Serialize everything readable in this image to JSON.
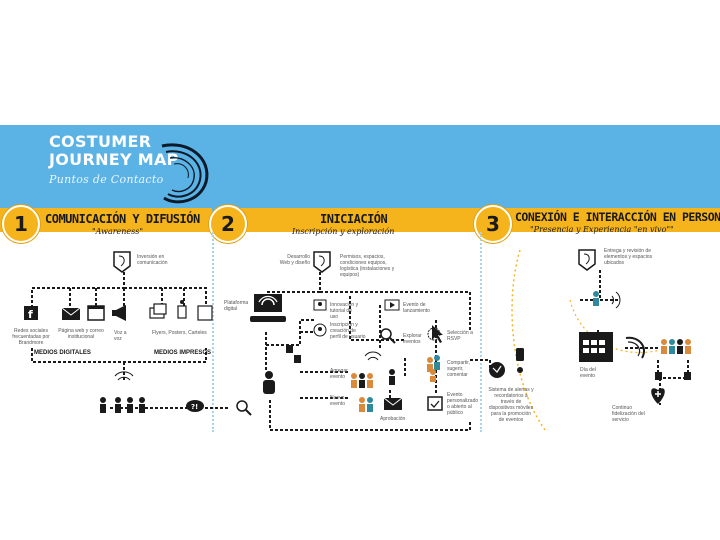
{
  "header": {
    "title_line1": "COSTUMER",
    "title_line2": "JOURNEY MAP",
    "subtitle": "Puntos de Contacto"
  },
  "stages": [
    {
      "number": "1",
      "title": "COMUNICACIÓN Y DIFUSIÓN",
      "subtitle": "\"Awareness\""
    },
    {
      "number": "2",
      "title": "INICIACIÓN",
      "subtitle": "Inscripción y exploración"
    },
    {
      "number": "3",
      "title": "CONEXIÓN E INTERACCIÓN EN PERSONA",
      "subtitle": "\"Presencia y Experiencia \"en vivo\"\""
    }
  ],
  "stage1": {
    "labels": {
      "brand_comm": "Inversión en comunicación",
      "social": "Redes sociales frecuentadas por Brandmore",
      "web": "Página web y correo institucional",
      "voice": "Voz a voz",
      "print": "Flyers, Posters, Carteles"
    },
    "medios_digitales": "MEDIOS DIGITALES",
    "medios_impresos": "MEDIOS IMPRESOS"
  },
  "stage2": {
    "labels": {
      "dev_web": "Desarrollo Web y diseño",
      "permits": "Permisos, espacios, condiciones equipos, logística (instalaciones y equipos)",
      "platform": "Plataforma digital",
      "tutorial": "Innovación y tutorial de uso",
      "registration": "Inscripción y creación de perfil de usuario",
      "launch": "Evento de lanzamiento",
      "events_search": "Explorar eventos",
      "select": "Selección a RSVP",
      "share": "Compartir, sugerir, comentar",
      "add_event": "Agregar evento",
      "new_event": "Nuevo evento",
      "personalized": "Evento personalizado o abierto al público",
      "approval": "Aprobación"
    }
  },
  "stage3": {
    "labels": {
      "equipment": "Entrega y revisión de elementos y espacios ubicados",
      "alerts": "Sistema de alertas y recordatorios a través de dispositivos móviles para la promoción de eventos",
      "event_day": "Día del evento",
      "loyalty": "Continuo fidelización del servicio"
    }
  },
  "colors": {
    "banner": "#5bb2e4",
    "accent": "#f6b41c",
    "dark": "#1a1a1a",
    "orange_person": "#d98a3a",
    "teal_person": "#2e8a9c"
  },
  "icons": [
    "swirl-logo-icon",
    "facebook-icon",
    "email-icon",
    "browser-icon",
    "megaphone-icon",
    "books-icon",
    "person-icon",
    "magnifier-icon",
    "speech-bubble-icon",
    "laptop-wifi-icon",
    "thumbs-icon",
    "cursor-icon",
    "calendar-icon",
    "heart-icon",
    "phone-icon",
    "signal-icon"
  ]
}
